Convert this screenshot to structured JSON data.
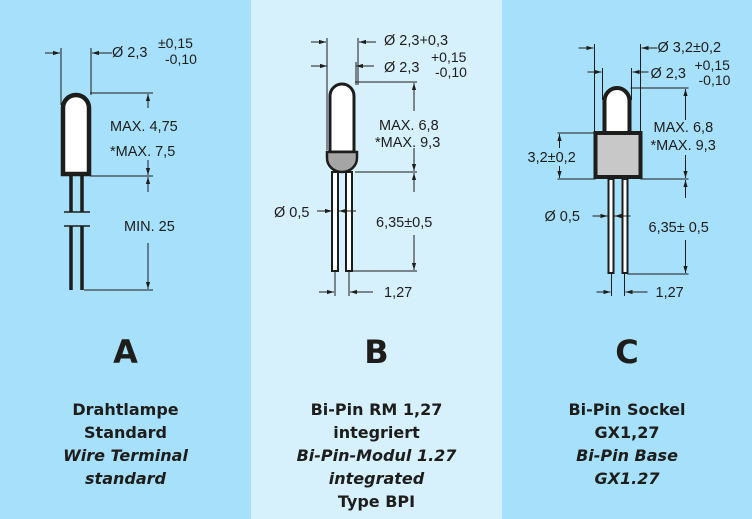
{
  "colors": {
    "panel_dark": "#a6e0fa",
    "panel_light": "#d6f0fc",
    "ink": "#1d1d1b",
    "base_gray": "#a5a5a5",
    "socket_gray": "#c8c8c8",
    "bulb_white": "#ffffff"
  },
  "panels": [
    {
      "letter": "A",
      "dimensions": {
        "diameter": "Ø 2,3",
        "tol_plus": "±0,15",
        "tol_minus": "-0,10",
        "height_max": "MAX. 4,75",
        "height_max_alt": "*MAX. 7,5",
        "lead_length": "MIN. 25"
      },
      "caption": [
        {
          "text": "Drahtlampe",
          "italic": false
        },
        {
          "text": "Standard",
          "italic": false
        },
        {
          "text": "Wire Terminal",
          "italic": true
        },
        {
          "text": "standard",
          "italic": true
        }
      ]
    },
    {
      "letter": "B",
      "dimensions": {
        "diameter_outer": "Ø 2,3+0,3",
        "diameter": "Ø 2,3",
        "tol_plus": "+0,15",
        "tol_minus": "-0,10",
        "height_max": "MAX. 6,8",
        "height_max_alt": "*MAX. 9,3",
        "pin_diameter": "Ø 0,5",
        "pin_length": "6,35±0,5",
        "pin_pitch": "1,27"
      },
      "caption": [
        {
          "text": "Bi-Pin RM 1,27",
          "italic": false
        },
        {
          "text": "integriert",
          "italic": false
        },
        {
          "text": "Bi-Pin-Modul 1.27",
          "italic": true
        },
        {
          "text": "integrated",
          "italic": true
        },
        {
          "text": "Type BPI",
          "italic": false
        }
      ]
    },
    {
      "letter": "C",
      "dimensions": {
        "base_diameter": "Ø 3,2±0,2",
        "diameter": "Ø 2,3",
        "tol_plus": "+0,15",
        "tol_minus": "-0,10",
        "base_height": "3,2±0,2",
        "height_max": "MAX. 6,8",
        "height_max_alt": "*MAX. 9,3",
        "pin_diameter": "Ø 0,5",
        "pin_length": "6,35± 0,5",
        "pin_pitch": "1,27"
      },
      "caption": [
        {
          "text": "Bi-Pin Sockel",
          "italic": false
        },
        {
          "text": "GX1,27",
          "italic": false
        },
        {
          "text": "Bi-Pin Base",
          "italic": true
        },
        {
          "text": "GX1.27",
          "italic": true
        }
      ]
    }
  ]
}
